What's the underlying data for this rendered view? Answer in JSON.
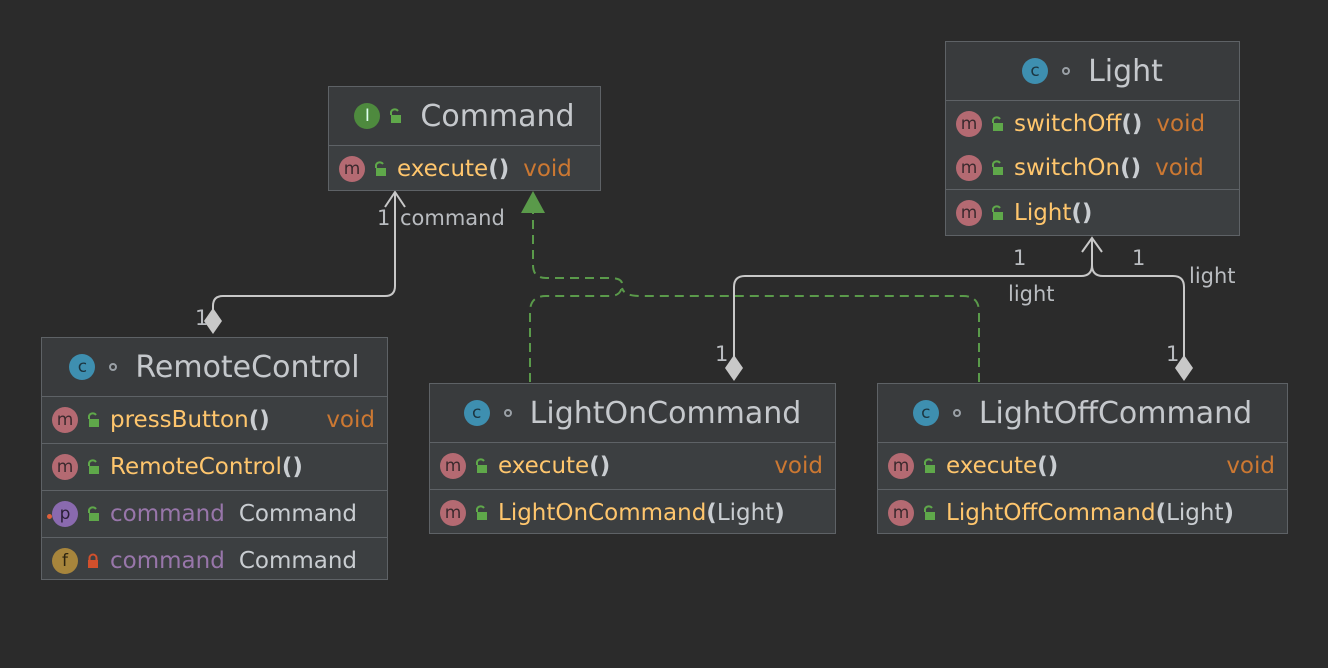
{
  "classes": {
    "command": {
      "kind_letter": "I",
      "name": "Command",
      "methods": [
        {
          "name": "execute",
          "parens": "()",
          "type": "void"
        }
      ]
    },
    "light": {
      "kind_letter": "c",
      "name": "Light",
      "methods": [
        {
          "name": "switchOff",
          "parens": "()",
          "type": "void"
        },
        {
          "name": "switchOn",
          "parens": "()",
          "type": "void"
        }
      ],
      "constructors": [
        {
          "name": "Light",
          "parens": "()"
        }
      ]
    },
    "remote": {
      "kind_letter": "c",
      "name": "RemoteControl",
      "methods": [
        {
          "name": "pressButton",
          "parens": "()",
          "type": "void"
        }
      ],
      "constructors": [
        {
          "name": "RemoteControl",
          "parens": "()"
        }
      ],
      "properties": [
        {
          "name": "command",
          "type": "Command"
        }
      ],
      "fields": [
        {
          "name": "command",
          "type": "Command"
        }
      ]
    },
    "on": {
      "kind_letter": "c",
      "name": "LightOnCommand",
      "methods": [
        {
          "name": "execute",
          "parens": "()",
          "type": "void"
        }
      ],
      "constructors": [
        {
          "name": "LightOnCommand",
          "open": "(",
          "arg": "Light",
          "close": ")"
        }
      ]
    },
    "off": {
      "kind_letter": "c",
      "name": "LightOffCommand",
      "methods": [
        {
          "name": "execute",
          "parens": "()",
          "type": "void"
        }
      ],
      "constructors": [
        {
          "name": "LightOffCommand",
          "open": "(",
          "arg": "Light",
          "close": ")"
        }
      ]
    }
  },
  "badges": {
    "m": "m",
    "p": "p",
    "f": "f"
  },
  "edge_labels": {
    "rc_cmd_mult_top": "1",
    "rc_cmd_role": "command",
    "rc_cmd_mult_bottom": "1",
    "on_light_mult_top": "1",
    "on_light_role": "light",
    "on_light_mult_bottom": "1",
    "off_light_mult_top": "1",
    "off_light_role": "light",
    "off_light_mult_bottom": "1"
  },
  "colors": {
    "background": "#2b2b2b",
    "box": "#3c3f41",
    "realization": "#5a9a4a",
    "association": "#c8c8c8"
  }
}
